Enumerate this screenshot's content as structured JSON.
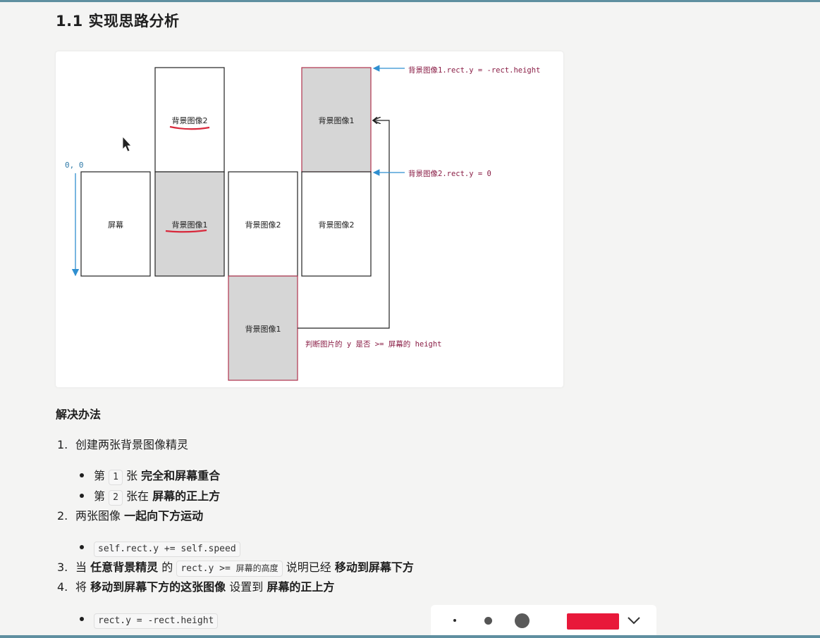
{
  "section": {
    "title": "1.1 实现思路分析"
  },
  "diagram": {
    "origin_label": "0, 0",
    "screen_label": "屏幕",
    "bg1_label": "背景图像1",
    "bg2_label": "背景图像2",
    "annotation_top": "背景图像1.rect.y = -rect.height",
    "annotation_mid": "背景图像2.rect.y = 0",
    "annotation_bottom": "判断图片的 y 是否 >= 屏幕的 height",
    "colors": {
      "arrow_blue": "#2f8fd0",
      "outline_red": "#b0324e",
      "underline_red": "#d8283b",
      "fill_gray": "#d6d6d6"
    }
  },
  "solution": {
    "heading": "解决办法",
    "step1": {
      "num": "1.",
      "text": "创建两张背景图像精灵"
    },
    "step1_a": {
      "prefix": "第",
      "num": "1",
      "mid": "张",
      "bold": "完全和屏幕重合"
    },
    "step1_b": {
      "prefix": "第",
      "num": "2",
      "mid": "张在",
      "bold": "屏幕的正上方"
    },
    "step2": {
      "num": "2.",
      "text": "两张图像",
      "bold": "一起向下方运动"
    },
    "step2_a": {
      "code": "self.rect.y += self.speed"
    },
    "step3": {
      "num": "3.",
      "prefix": "当",
      "bold1": "任意背景精灵",
      "mid": "的",
      "code": "rect.y >=",
      "code_cjk": "屏幕的高度",
      "suffix": "说明已经",
      "bold2": "移动到屏幕下方"
    },
    "step4": {
      "num": "4.",
      "prefix": "将",
      "bold1": "移动到屏幕下方的这张图像",
      "mid": "设置到",
      "bold2": "屏幕的正上方"
    },
    "step4_a": {
      "code": "rect.y = -rect.height"
    }
  },
  "toolbar": {
    "selected_color": "#e8183a",
    "pen_sizes": [
      "small",
      "medium",
      "large"
    ],
    "icons": [
      "chevron-down-icon"
    ]
  }
}
